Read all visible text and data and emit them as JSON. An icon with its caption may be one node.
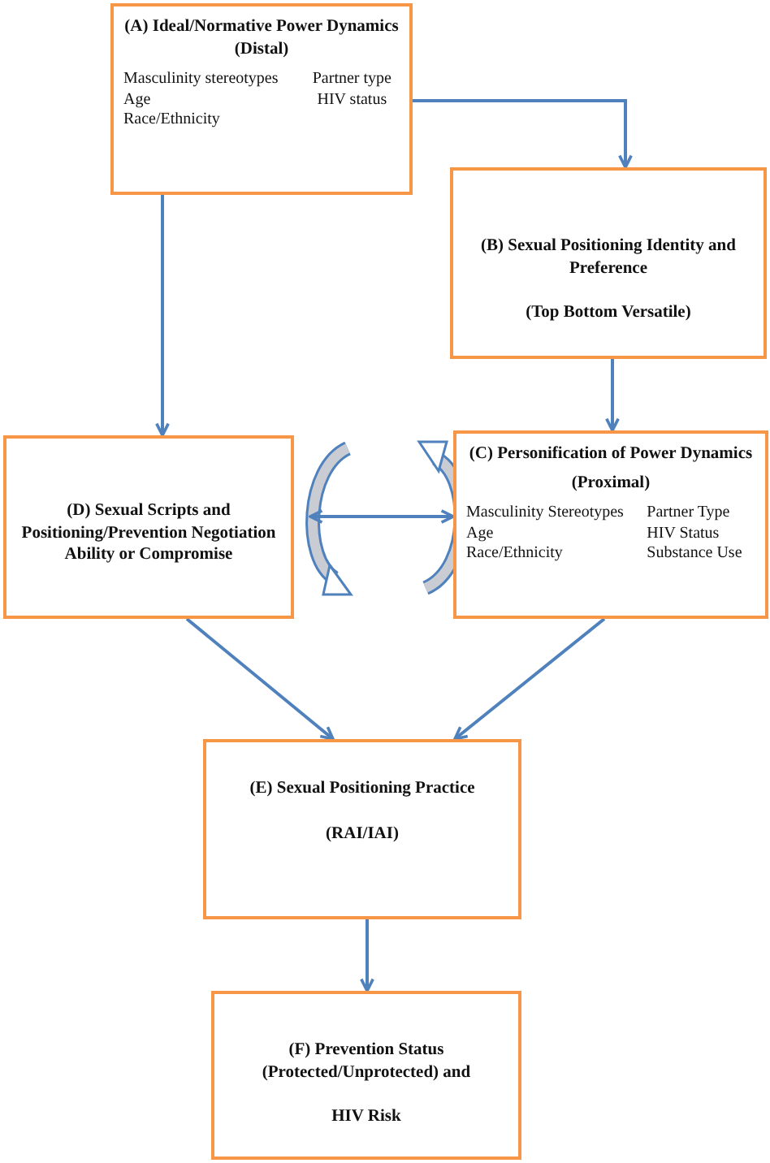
{
  "diagram": {
    "nodes": [
      {
        "text": [
          "(A) Ideal/Normative Power Dynamics",
          "(Distal)",
          "Masculinity stereotypes",
          "Partner type",
          "Age",
          "HIV status",
          "Race/Ethnicity"
        ]
      },
      {
        "text": [
          "(B) Sexual Positioning Identity and Preference",
          "(Top Bottom Versatile)"
        ]
      },
      {
        "text": [
          "(C) Personification of Power Dynamics",
          "(Proximal)",
          "Masculinity Stereotypes",
          "Partner Type",
          "Age",
          "HIV Status",
          "Race/Ethnicity",
          "Substance Use"
        ]
      },
      {
        "text": [
          "(D) Sexual Scripts and Positioning/Prevention Negotiation Ability or Compromise"
        ]
      },
      {
        "text": [
          "(E) Sexual Positioning Practice",
          "(RAI/IAI)"
        ]
      },
      {
        "text": [
          "(F) Prevention Status (Protected/Unprotected) and",
          "HIV Risk"
        ]
      }
    ],
    "edges": [
      {
        "from": 0,
        "to": 1,
        "arrow": "to"
      },
      {
        "from": 0,
        "to": 3,
        "arrow": "to"
      },
      {
        "from": 1,
        "to": 2,
        "arrow": "to"
      },
      {
        "from": 3,
        "to": 2,
        "arrow": "both"
      },
      {
        "from": 3,
        "to": 4,
        "arrow": "to"
      },
      {
        "from": 2,
        "to": 4,
        "arrow": "to"
      },
      {
        "from": 4,
        "to": 5,
        "arrow": "to"
      }
    ]
  }
}
